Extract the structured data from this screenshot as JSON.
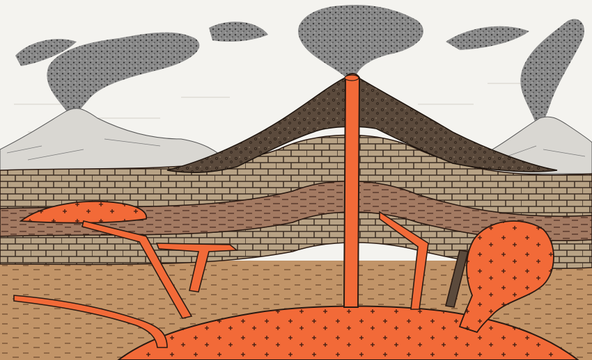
{
  "diagram": {
    "type": "geological cross-section",
    "colors": {
      "sky": "#f4f3ef",
      "smoke": "#4a4a4a",
      "distant_mountains": "#d9d7d2",
      "limestone": "#b8a386",
      "limestone_mortar": "#3a2c22",
      "shale": "#a37a62",
      "shale_dash": "#4c2e22",
      "volcanic_cone": "#5b4a3c",
      "cone_speckle": "#2c2118",
      "lower_strata": "#c19468",
      "strata_dash": "#5a3a22",
      "magma": "#f26a38",
      "magma_outline": "#2a1a12",
      "plus_mark": "#3a1a10"
    },
    "features": [
      {
        "name": "volcano-cone",
        "present": true
      },
      {
        "name": "central-conduit",
        "present": true
      },
      {
        "name": "erupting-summit-smoke",
        "present": true
      },
      {
        "name": "left-distant-volcano",
        "present": true
      },
      {
        "name": "right-distant-volcano",
        "present": true
      },
      {
        "name": "laccolith-left",
        "present": true
      },
      {
        "name": "sill-left-branches",
        "present": true
      },
      {
        "name": "dike-right",
        "present": true
      },
      {
        "name": "stock-right",
        "present": true
      },
      {
        "name": "magma-chamber",
        "present": true
      }
    ]
  }
}
